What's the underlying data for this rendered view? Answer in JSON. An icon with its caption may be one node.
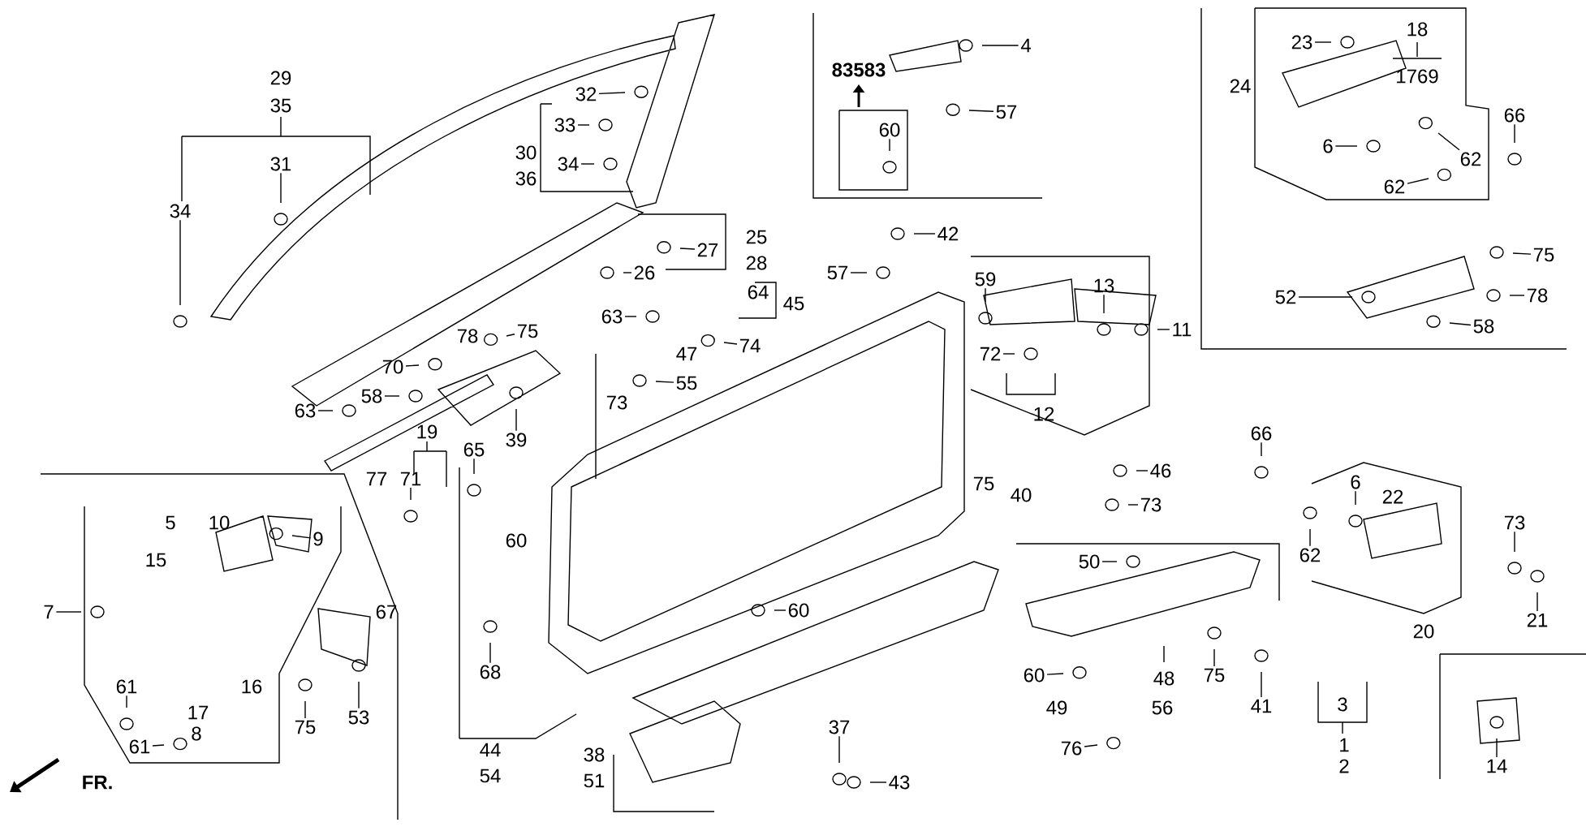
{
  "diagram": {
    "nodes": [
      {
        "text": [
          "29"
        ]
      },
      {
        "text": [
          "35"
        ]
      },
      {
        "text": [
          "32"
        ]
      },
      {
        "text": [
          "33"
        ]
      },
      {
        "text": [
          "30"
        ]
      },
      {
        "text": [
          "34"
        ]
      },
      {
        "text": [
          "36"
        ]
      },
      {
        "text": [
          "31"
        ]
      },
      {
        "text": [
          "34"
        ]
      },
      {
        "text": [
          "25"
        ]
      },
      {
        "text": [
          "27"
        ]
      },
      {
        "text": [
          "28"
        ]
      },
      {
        "text": [
          "26"
        ]
      },
      {
        "text": [
          "64"
        ]
      },
      {
        "text": [
          "45"
        ]
      },
      {
        "text": [
          "63"
        ]
      },
      {
        "text": [
          "78"
        ]
      },
      {
        "text": [
          "75"
        ]
      },
      {
        "text": [
          "74"
        ]
      },
      {
        "text": [
          "47"
        ]
      },
      {
        "text": [
          "70"
        ]
      },
      {
        "text": [
          "55"
        ]
      },
      {
        "text": [
          "58"
        ]
      },
      {
        "text": [
          "73"
        ]
      },
      {
        "text": [
          "63"
        ]
      },
      {
        "text": [
          "19"
        ]
      },
      {
        "text": [
          "39"
        ]
      },
      {
        "text": [
          "65"
        ]
      },
      {
        "text": [
          "4"
        ]
      },
      {
        "text": [
          "60"
        ]
      },
      {
        "text": [
          "57"
        ]
      },
      {
        "text": [
          "42"
        ]
      },
      {
        "text": [
          "57"
        ]
      },
      {
        "text": [
          "59"
        ]
      },
      {
        "text": [
          "13"
        ]
      },
      {
        "text": [
          "11"
        ]
      },
      {
        "text": [
          "72"
        ]
      },
      {
        "text": [
          "12"
        ]
      },
      {
        "text": [
          "23"
        ]
      },
      {
        "text": [
          "18"
        ]
      },
      {
        "text": [
          "1769"
        ]
      },
      {
        "text": [
          "24"
        ]
      },
      {
        "text": [
          "66"
        ]
      },
      {
        "text": [
          "6"
        ]
      },
      {
        "text": [
          "62"
        ]
      },
      {
        "text": [
          "62"
        ]
      },
      {
        "text": [
          "75"
        ]
      },
      {
        "text": [
          "52"
        ]
      },
      {
        "text": [
          "78"
        ]
      },
      {
        "text": [
          "58"
        ]
      },
      {
        "text": [
          "77"
        ]
      },
      {
        "text": [
          "71"
        ]
      },
      {
        "text": [
          "5"
        ]
      },
      {
        "text": [
          "10"
        ]
      },
      {
        "text": [
          "9"
        ]
      },
      {
        "text": [
          "15"
        ]
      },
      {
        "text": [
          "7"
        ]
      },
      {
        "text": [
          "67"
        ]
      },
      {
        "text": [
          "60"
        ]
      },
      {
        "text": [
          "61"
        ]
      },
      {
        "text": [
          "16"
        ]
      },
      {
        "text": [
          "17"
        ]
      },
      {
        "text": [
          "75"
        ]
      },
      {
        "text": [
          "53"
        ]
      },
      {
        "text": [
          "8"
        ]
      },
      {
        "text": [
          "61"
        ]
      },
      {
        "text": [
          "68"
        ]
      },
      {
        "text": [
          "44"
        ]
      },
      {
        "text": [
          "54"
        ]
      },
      {
        "text": [
          "38"
        ]
      },
      {
        "text": [
          "51"
        ]
      },
      {
        "text": [
          "75"
        ]
      },
      {
        "text": [
          "40"
        ]
      },
      {
        "text": [
          "46"
        ]
      },
      {
        "text": [
          "73"
        ]
      },
      {
        "text": [
          "66"
        ]
      },
      {
        "text": [
          "60"
        ]
      },
      {
        "text": [
          "6"
        ]
      },
      {
        "text": [
          "22"
        ]
      },
      {
        "text": [
          "50"
        ]
      },
      {
        "text": [
          "62"
        ]
      },
      {
        "text": [
          "73"
        ]
      },
      {
        "text": [
          "20"
        ]
      },
      {
        "text": [
          "21"
        ]
      },
      {
        "text": [
          "48"
        ]
      },
      {
        "text": [
          "60"
        ]
      },
      {
        "text": [
          "75"
        ]
      },
      {
        "text": [
          "3"
        ]
      },
      {
        "text": [
          "41"
        ]
      },
      {
        "text": [
          "49"
        ]
      },
      {
        "text": [
          "56"
        ]
      },
      {
        "text": [
          "37"
        ]
      },
      {
        "text": [
          "1"
        ]
      },
      {
        "text": [
          "76"
        ]
      },
      {
        "text": [
          "2"
        ]
      },
      {
        "text": [
          "14"
        ]
      },
      {
        "text": [
          "43"
        ]
      }
    ],
    "edges": [
      {
        "from": 2,
        "to": null,
        "arrow": "none"
      },
      {
        "from": 3,
        "to": null,
        "arrow": "none"
      },
      {
        "from": 5,
        "to": null,
        "arrow": "none"
      },
      {
        "from": 7,
        "to": null,
        "arrow": "none"
      },
      {
        "from": 8,
        "to": null,
        "arrow": "none"
      },
      {
        "from": 10,
        "to": null,
        "arrow": "none"
      },
      {
        "from": 12,
        "to": null,
        "arrow": "none"
      },
      {
        "from": 15,
        "to": null,
        "arrow": "none"
      },
      {
        "from": 17,
        "to": null,
        "arrow": "none"
      },
      {
        "from": 18,
        "to": null,
        "arrow": "none"
      },
      {
        "from": 20,
        "to": null,
        "arrow": "none"
      },
      {
        "from": 21,
        "to": null,
        "arrow": "none"
      },
      {
        "from": 22,
        "to": null,
        "arrow": "none"
      },
      {
        "from": 24,
        "to": null,
        "arrow": "none"
      },
      {
        "from": 26,
        "to": null,
        "arrow": "none"
      },
      {
        "from": 27,
        "to": null,
        "arrow": "none"
      },
      {
        "from": 28,
        "to": null,
        "arrow": "none"
      },
      {
        "from": 29,
        "to": null,
        "arrow": "none"
      },
      {
        "from": 30,
        "to": null,
        "arrow": "none"
      },
      {
        "from": 31,
        "to": null,
        "arrow": "none"
      },
      {
        "from": 32,
        "to": null,
        "arrow": "none"
      },
      {
        "from": 33,
        "to": null,
        "arrow": "none"
      },
      {
        "from": 34,
        "to": null,
        "arrow": "none"
      },
      {
        "from": 35,
        "to": null,
        "arrow": "none"
      },
      {
        "from": 36,
        "to": null,
        "arrow": "none"
      },
      {
        "from": 38,
        "to": null,
        "arrow": "none"
      },
      {
        "from": 42,
        "to": null,
        "arrow": "none"
      },
      {
        "from": 43,
        "to": null,
        "arrow": "none"
      },
      {
        "from": 44,
        "to": null,
        "arrow": "none"
      },
      {
        "from": 45,
        "to": null,
        "arrow": "none"
      },
      {
        "from": 46,
        "to": null,
        "arrow": "none"
      },
      {
        "from": 47,
        "to": null,
        "arrow": "none"
      },
      {
        "from": 48,
        "to": null,
        "arrow": "none"
      },
      {
        "from": 49,
        "to": null,
        "arrow": "none"
      },
      {
        "from": 51,
        "to": null,
        "arrow": "none"
      },
      {
        "from": 54,
        "to": null,
        "arrow": "none"
      },
      {
        "from": 56,
        "to": null,
        "arrow": "none"
      },
      {
        "from": 59,
        "to": null,
        "arrow": "none"
      },
      {
        "from": 62,
        "to": null,
        "arrow": "none"
      },
      {
        "from": 63,
        "to": null,
        "arrow": "none"
      },
      {
        "from": 65,
        "to": null,
        "arrow": "none"
      },
      {
        "from": 66,
        "to": null,
        "arrow": "none"
      },
      {
        "from": 73,
        "to": null,
        "arrow": "none"
      },
      {
        "from": 74,
        "to": null,
        "arrow": "none"
      },
      {
        "from": 75,
        "to": null,
        "arrow": "none"
      },
      {
        "from": 76,
        "to": null,
        "arrow": "none"
      },
      {
        "from": 77,
        "to": null,
        "arrow": "none"
      },
      {
        "from": 79,
        "to": null,
        "arrow": "none"
      },
      {
        "from": 80,
        "to": null,
        "arrow": "none"
      },
      {
        "from": 81,
        "to": null,
        "arrow": "none"
      },
      {
        "from": 83,
        "to": null,
        "arrow": "none"
      },
      {
        "from": 85,
        "to": null,
        "arrow": "none"
      },
      {
        "from": 86,
        "to": null,
        "arrow": "none"
      },
      {
        "from": 88,
        "to": null,
        "arrow": "none"
      },
      {
        "from": 91,
        "to": null,
        "arrow": "none"
      },
      {
        "from": 93,
        "to": null,
        "arrow": "none"
      },
      {
        "from": 95,
        "to": null,
        "arrow": "none"
      },
      {
        "from": 96,
        "to": null,
        "arrow": "none"
      }
    ],
    "labels": [
      "83583",
      "FR."
    ]
  }
}
